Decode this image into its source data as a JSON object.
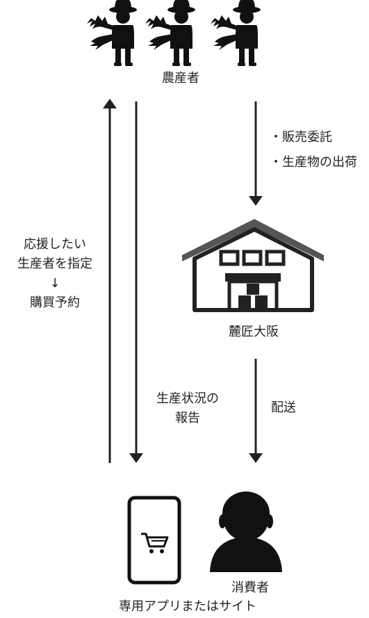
{
  "nodes": {
    "producers": "農産者",
    "warehouse": "麓匠大阪",
    "consumer": "消費者",
    "app": "専用アプリまたはサイト"
  },
  "edges": {
    "to_warehouse": [
      "・販売委託",
      "・生産物の出荷"
    ],
    "delivery": "配送",
    "report": [
      "生産状況の",
      "報告"
    ],
    "support": [
      "応援したい",
      "生産者を指定",
      "↓",
      "購買予約"
    ]
  }
}
